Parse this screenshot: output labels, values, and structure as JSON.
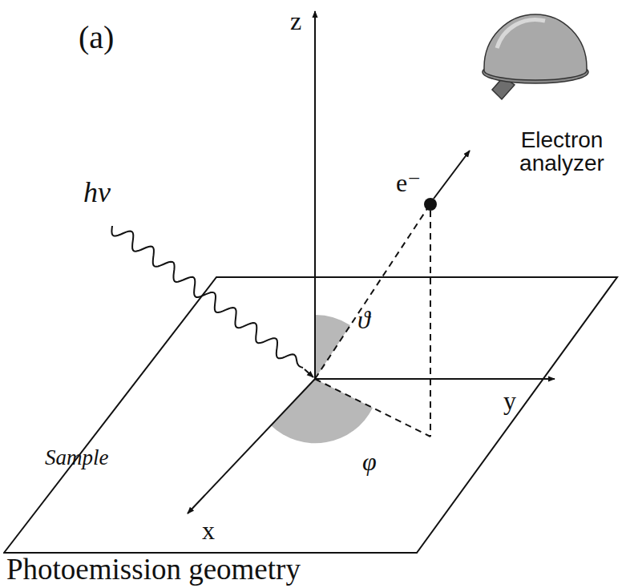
{
  "diagram": {
    "caption": "Photoemission geometry",
    "nodes": [
      {
        "text": [
          "Sample"
        ]
      }
    ],
    "edges": [],
    "labels": [
      "(a)",
      "z",
      "hν",
      "e⁻",
      "Electron analyzer",
      "ϑ",
      "φ",
      "y",
      "x"
    ]
  }
}
